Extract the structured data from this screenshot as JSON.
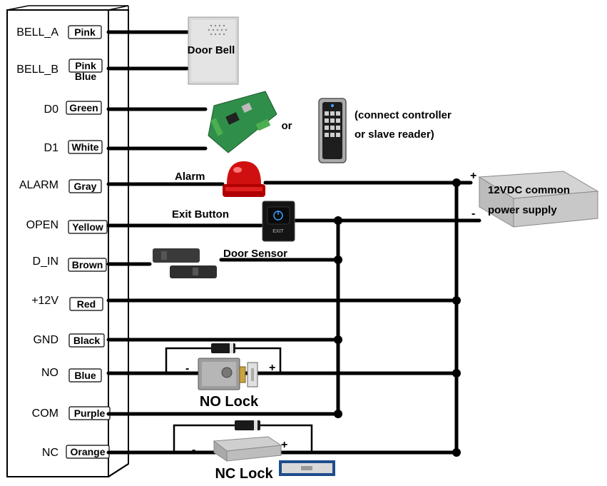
{
  "terminals": [
    {
      "id": "bell_a",
      "name": "BELL_A",
      "color": "Pink",
      "color2": ""
    },
    {
      "id": "bell_b",
      "name": "BELL_B",
      "color": "Pink",
      "color2": "Blue"
    },
    {
      "id": "d0",
      "name": "D0",
      "color": "Green",
      "color2": ""
    },
    {
      "id": "d1",
      "name": "D1",
      "color": "White",
      "color2": ""
    },
    {
      "id": "alarm",
      "name": "ALARM",
      "color": "Gray",
      "color2": ""
    },
    {
      "id": "open",
      "name": "OPEN",
      "color": "Yellow",
      "color2": ""
    },
    {
      "id": "d_in",
      "name": "D_IN",
      "color": "Brown",
      "color2": ""
    },
    {
      "id": "p12v",
      "name": "+12V",
      "color": "Red",
      "color2": ""
    },
    {
      "id": "gnd",
      "name": "GND",
      "color": "Black",
      "color2": ""
    },
    {
      "id": "no",
      "name": "NO",
      "color": "Blue",
      "color2": ""
    },
    {
      "id": "com",
      "name": "COM",
      "color": "Purple",
      "color2": ""
    },
    {
      "id": "nc",
      "name": "NC",
      "color": "Orange",
      "color2": ""
    }
  ],
  "devices": {
    "door_bell": "Door Bell",
    "or": "or",
    "reader_note_1": "(connect controller",
    "reader_note_2": "or slave reader)",
    "alarm": "Alarm",
    "exit_button": "Exit Button",
    "exit_text": "EXIT",
    "door_sensor": "Door Sensor",
    "power_supply_1": "12VDC common",
    "power_supply_2": "power supply",
    "ps_plus": "+",
    "ps_minus": "-",
    "no_lock": "NO Lock",
    "nc_lock": "NC Lock",
    "no_minus": "-",
    "no_plus": "+",
    "nc_minus": "-",
    "nc_plus": "+"
  }
}
